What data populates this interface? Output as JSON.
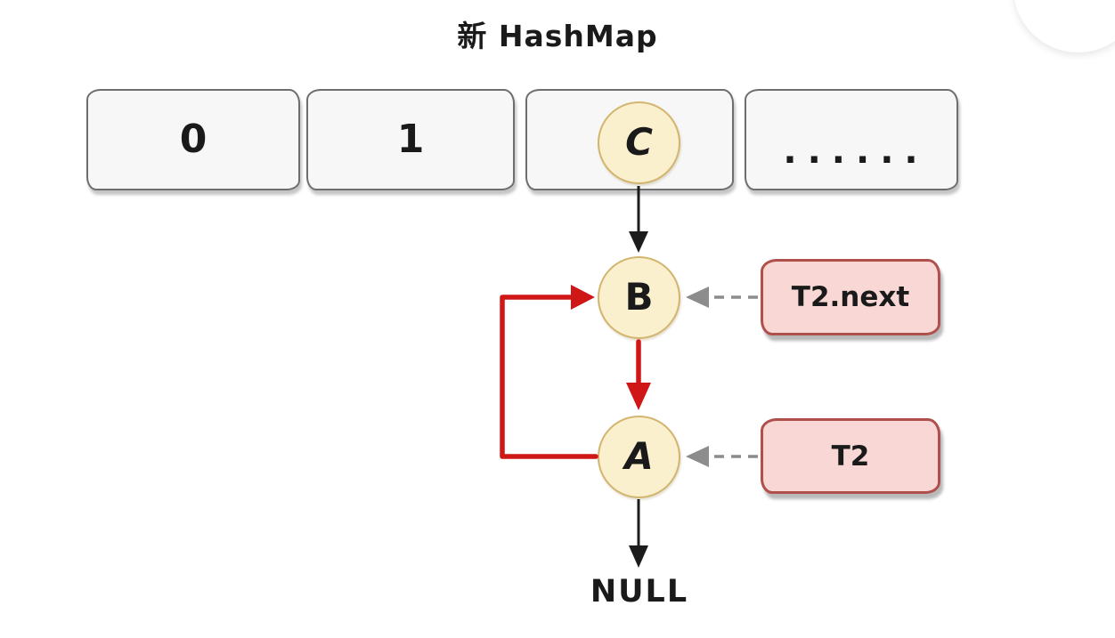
{
  "title": "新 HashMap",
  "array": {
    "cells": [
      {
        "label": "0"
      },
      {
        "label": "1"
      },
      {
        "label": ""
      },
      {
        "label": "......"
      }
    ]
  },
  "nodes": {
    "c": "C",
    "b": "B",
    "a": "A"
  },
  "pointers": {
    "t2_next": "T2.next",
    "t2": "T2"
  },
  "terminal": {
    "null_label": "NULL"
  },
  "colors": {
    "red_arrow": "#cf1717",
    "black_arrow": "#1c1c1c",
    "gray_arrow": "#8c8c8c",
    "node_fill": "#faf0cd",
    "node_border": "#d2b56e",
    "tag_fill": "#f9d7d5",
    "tag_border": "#b0504c",
    "cell_fill": "#f7f7f7",
    "cell_border": "#6e6e6e"
  }
}
